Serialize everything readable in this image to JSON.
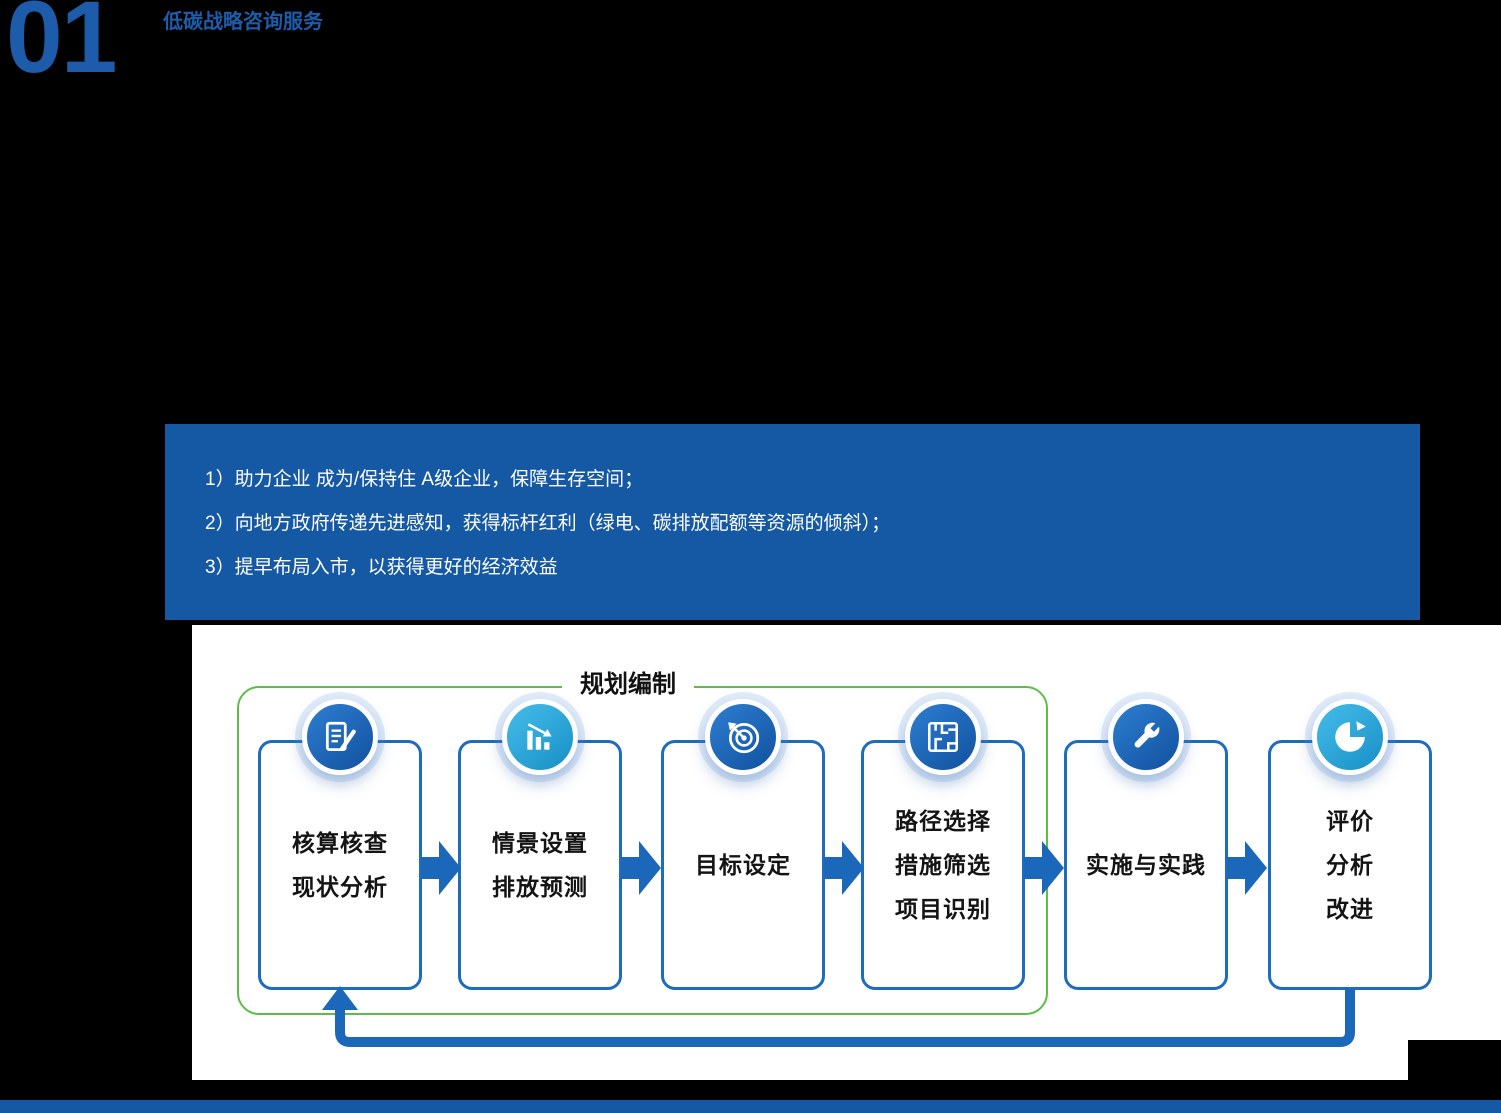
{
  "header": {
    "number": "01",
    "title": "低碳战略咨询服务"
  },
  "benefits": {
    "items": [
      "1）助力企业 成为/保持住 A级企业，保障生存空间；",
      "2）向地方政府传递先进感知，获得标杆红利（绿电、碳排放配额等资源的倾斜）；",
      "3）提早布局入市，以获得更好的经济效益"
    ]
  },
  "diagram": {
    "group_label": "规划编制",
    "steps": [
      {
        "icon": "clipboard-check-icon",
        "lines": [
          "核算核查",
          "现状分析"
        ]
      },
      {
        "icon": "declining-chart-icon",
        "lines": [
          "情景设置",
          "排放预测"
        ]
      },
      {
        "icon": "target-icon",
        "lines": [
          "目标设定"
        ]
      },
      {
        "icon": "route-map-icon",
        "lines": [
          "路径选择",
          "措施筛选",
          "项目识别"
        ]
      },
      {
        "icon": "wrench-icon",
        "lines": [
          "实施与实践"
        ]
      },
      {
        "icon": "cycle-pie-icon",
        "lines": [
          "评价",
          "分析",
          "改进"
        ]
      }
    ]
  },
  "colors": {
    "panel_blue": "#1558a4",
    "arrow_blue": "#1b67ba",
    "box_border_blue": "#1d6cbd",
    "group_green": "#5fbb4a",
    "icon_blue": "#11519e",
    "icon_cyan": "#188fc6",
    "title_blue": "#1c5cab"
  }
}
